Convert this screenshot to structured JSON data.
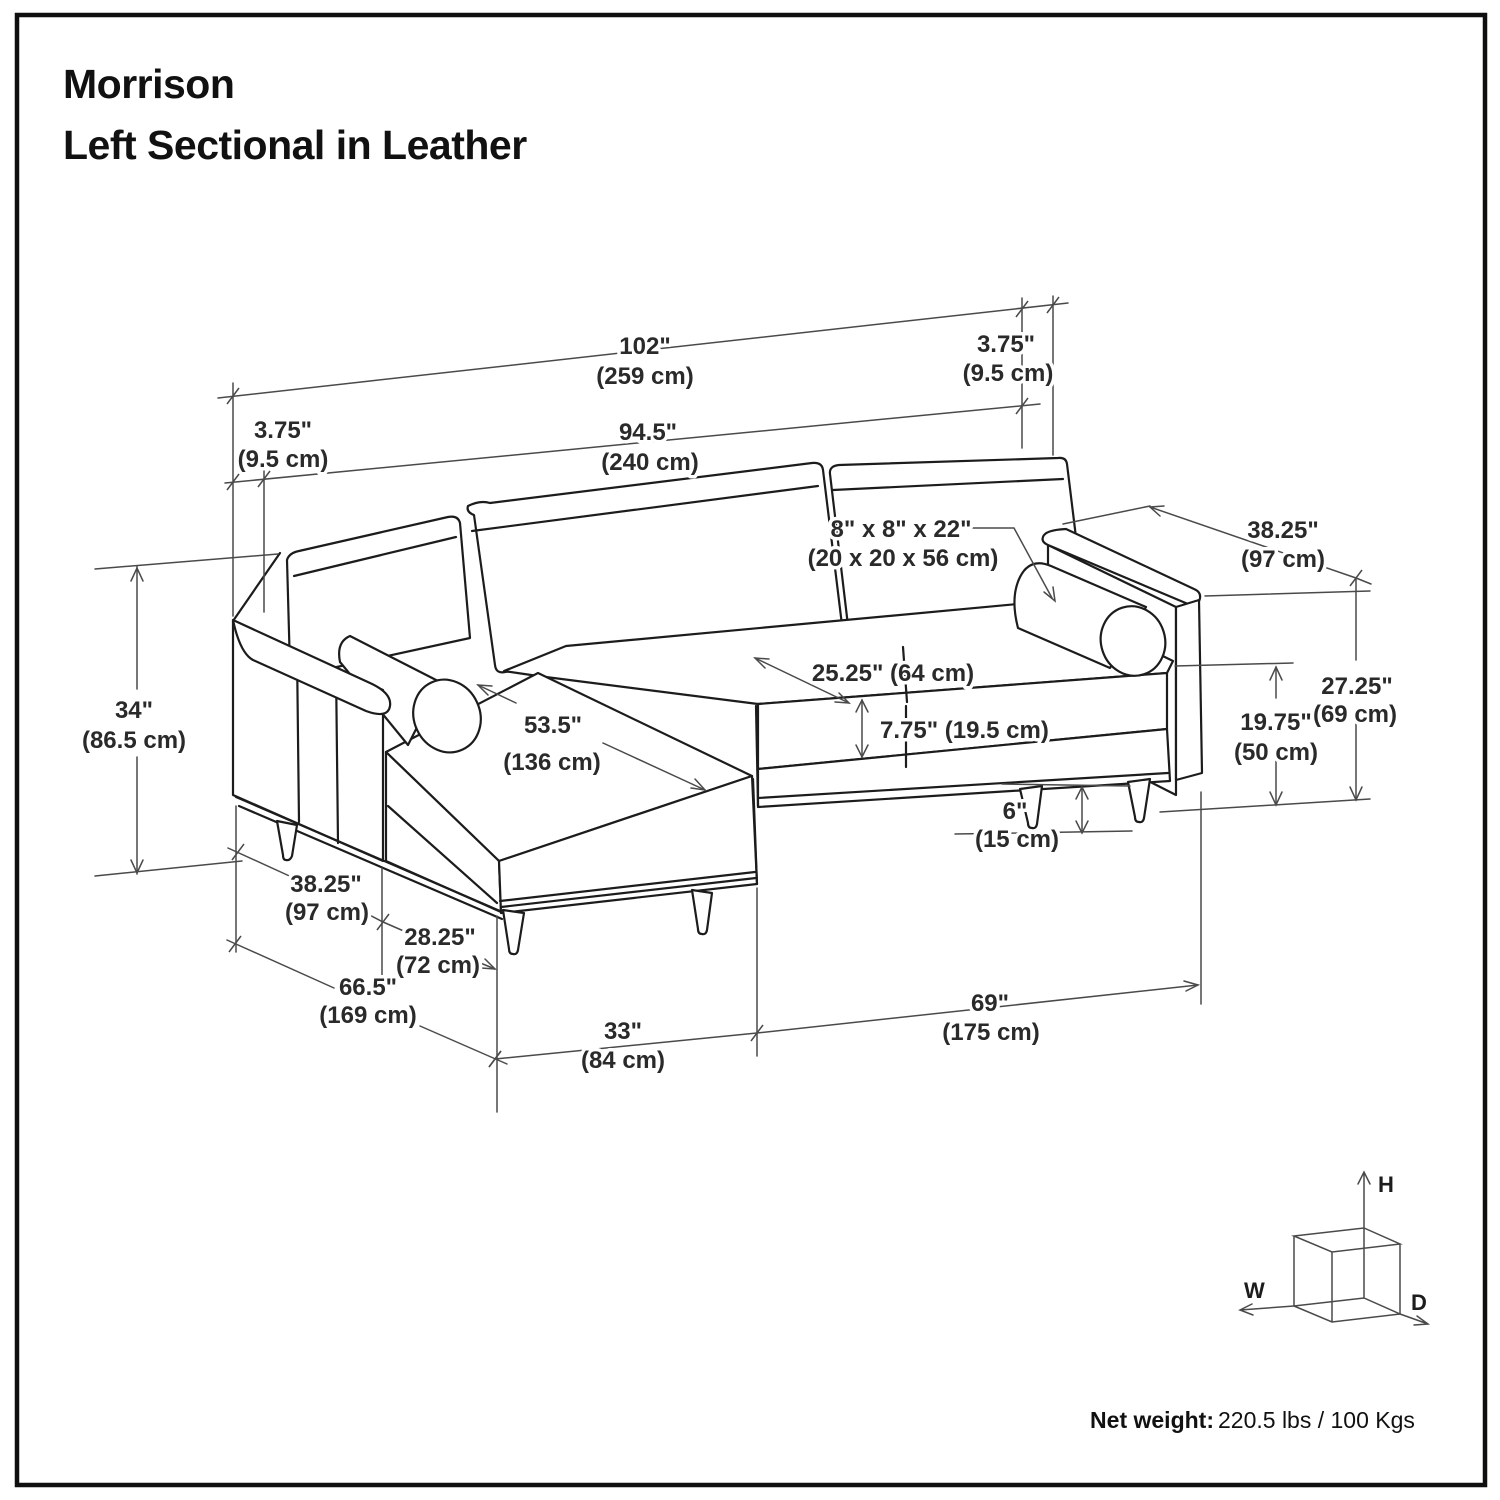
{
  "title": {
    "line1": "Morrison",
    "line2": "Left Sectional in Leather"
  },
  "dims": {
    "overall_width": {
      "in": "102\"",
      "cm": "(259 cm)"
    },
    "arm_right": {
      "in": "3.75\"",
      "cm": "(9.5 cm)"
    },
    "arm_left": {
      "in": "3.75\"",
      "cm": "(9.5 cm)"
    },
    "inner_width": {
      "in": "94.5\"",
      "cm": "(240 cm)"
    },
    "depth_right": {
      "in": "38.25\"",
      "cm": "(97 cm)"
    },
    "bolster_size": {
      "in": "8\" x 8\" x 22\"",
      "cm": "(20 x 20 x 56 cm)"
    },
    "back_height": {
      "in": "34\"",
      "cm": "(86.5 cm)"
    },
    "seat_depth": {
      "label": "25.25\" (64 cm)"
    },
    "cushion_thickness": {
      "label": "7.75\" (19.5 cm)"
    },
    "seat_height": {
      "in": "19.75\"",
      "cm": "(50 cm)"
    },
    "arm_height": {
      "in": "27.25\"",
      "cm": "(69 cm)"
    },
    "chaise_length": {
      "in": "53.5\"",
      "cm": "(136 cm)"
    },
    "leg_height": {
      "in": "6\"",
      "cm": "(15 cm)"
    },
    "depth_left": {
      "in": "38.25\"",
      "cm": "(97 cm)"
    },
    "chaise_extension": {
      "in": "28.25\"",
      "cm": "(72 cm)"
    },
    "total_depth_left": {
      "in": "66.5\"",
      "cm": "(169 cm)"
    },
    "chaise_width": {
      "in": "33\"",
      "cm": "(84 cm)"
    },
    "seat_width": {
      "in": "69\"",
      "cm": "(175 cm)"
    }
  },
  "axes": {
    "w": "W",
    "h": "H",
    "d": "D"
  },
  "footer": {
    "label": "Net weight:",
    "value": " 220.5 lbs / 100 Kgs"
  }
}
